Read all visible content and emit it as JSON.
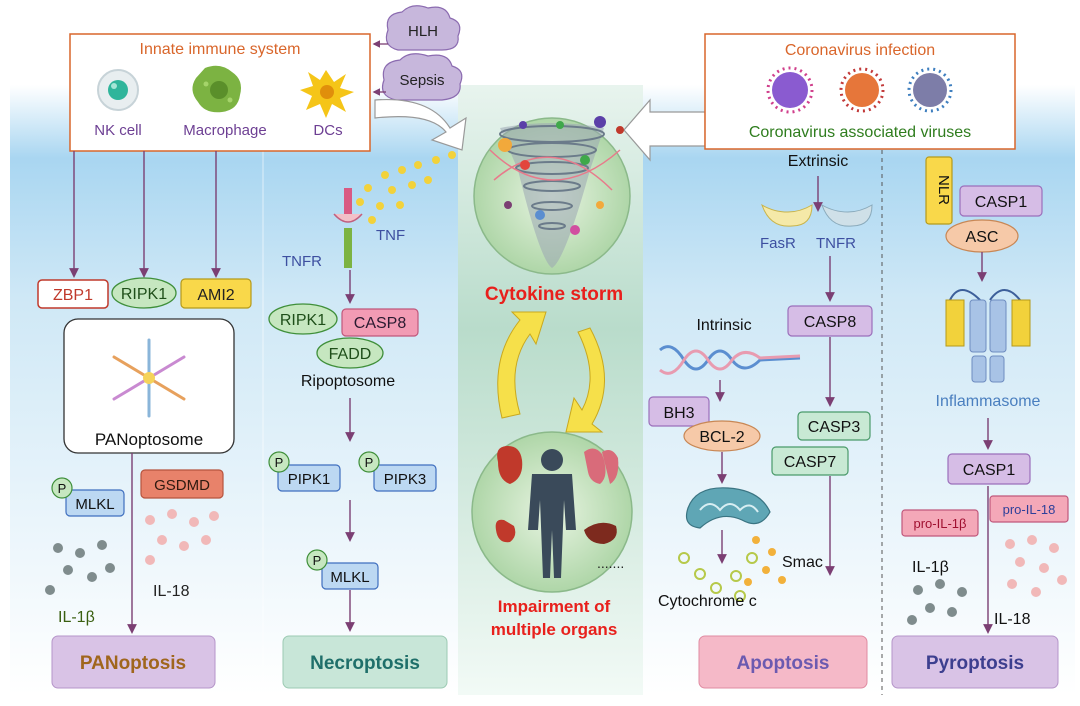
{
  "top": {
    "innate_title": "Innate immune system",
    "nk_cell": "NK cell",
    "macrophage": "Macrophage",
    "dcs": "DCs",
    "hlh": "HLH",
    "sepsis": "Sepsis",
    "corona_title": "Coronavirus infection",
    "corona_assoc": "Coronavirus associated viruses"
  },
  "center": {
    "cytokine_storm": "Cytokine storm",
    "impair_line1": "Impairment of",
    "impair_line2": "multiple organs",
    "ellipsis": "......."
  },
  "panoptosis": {
    "zbp1": "ZBP1",
    "ripk1": "RIPK1",
    "ami2": "AMI2",
    "complex": "PANoptosome",
    "p": "P",
    "mlkl": "MLKL",
    "gsdmd": "GSDMD",
    "il1b": "IL-1β",
    "il18": "IL-18",
    "outcome": "PANoptosis"
  },
  "necroptosis": {
    "tnfr": "TNFR",
    "tnf": "TNF",
    "ripk1": "RIPK1",
    "casp8": "CASP8",
    "fadd": "FADD",
    "ripoptosome": "Ripoptosome",
    "p": "P",
    "pipk1": "PIPK1",
    "pipk3": "PIPK3",
    "mlkl": "MLKL",
    "outcome": "Necroptosis"
  },
  "apoptosis": {
    "extrinsic": "Extrinsic",
    "fasr": "FasR",
    "tnfr": "TNFR",
    "intrinsic": "Intrinsic",
    "casp8": "CASP8",
    "bh3": "BH3",
    "bcl2": "BCL-2",
    "casp3": "CASP3",
    "casp7": "CASP7",
    "smac": "Smac",
    "cytochrome": "Cytochrome c",
    "outcome": "Apoptosis"
  },
  "pyroptosis": {
    "nlr": "NLR",
    "casp1_top": "CASP1",
    "asc": "ASC",
    "inflammasome": "Inflammasome",
    "casp1": "CASP1",
    "pro_il1b": "pro-IL-1β",
    "pro_il18": "pro-IL-18",
    "il1b": "IL-1β",
    "il18": "IL-18",
    "outcome": "Pyroptosis"
  },
  "colors": {
    "arrow": "#7b3f73",
    "title_orange": "#d9662b",
    "corona_green": "#2f7d1e",
    "cell_purple": "#6d3f93",
    "storm_red": "#e8201c",
    "panel_blue": "#cfe8f6"
  }
}
